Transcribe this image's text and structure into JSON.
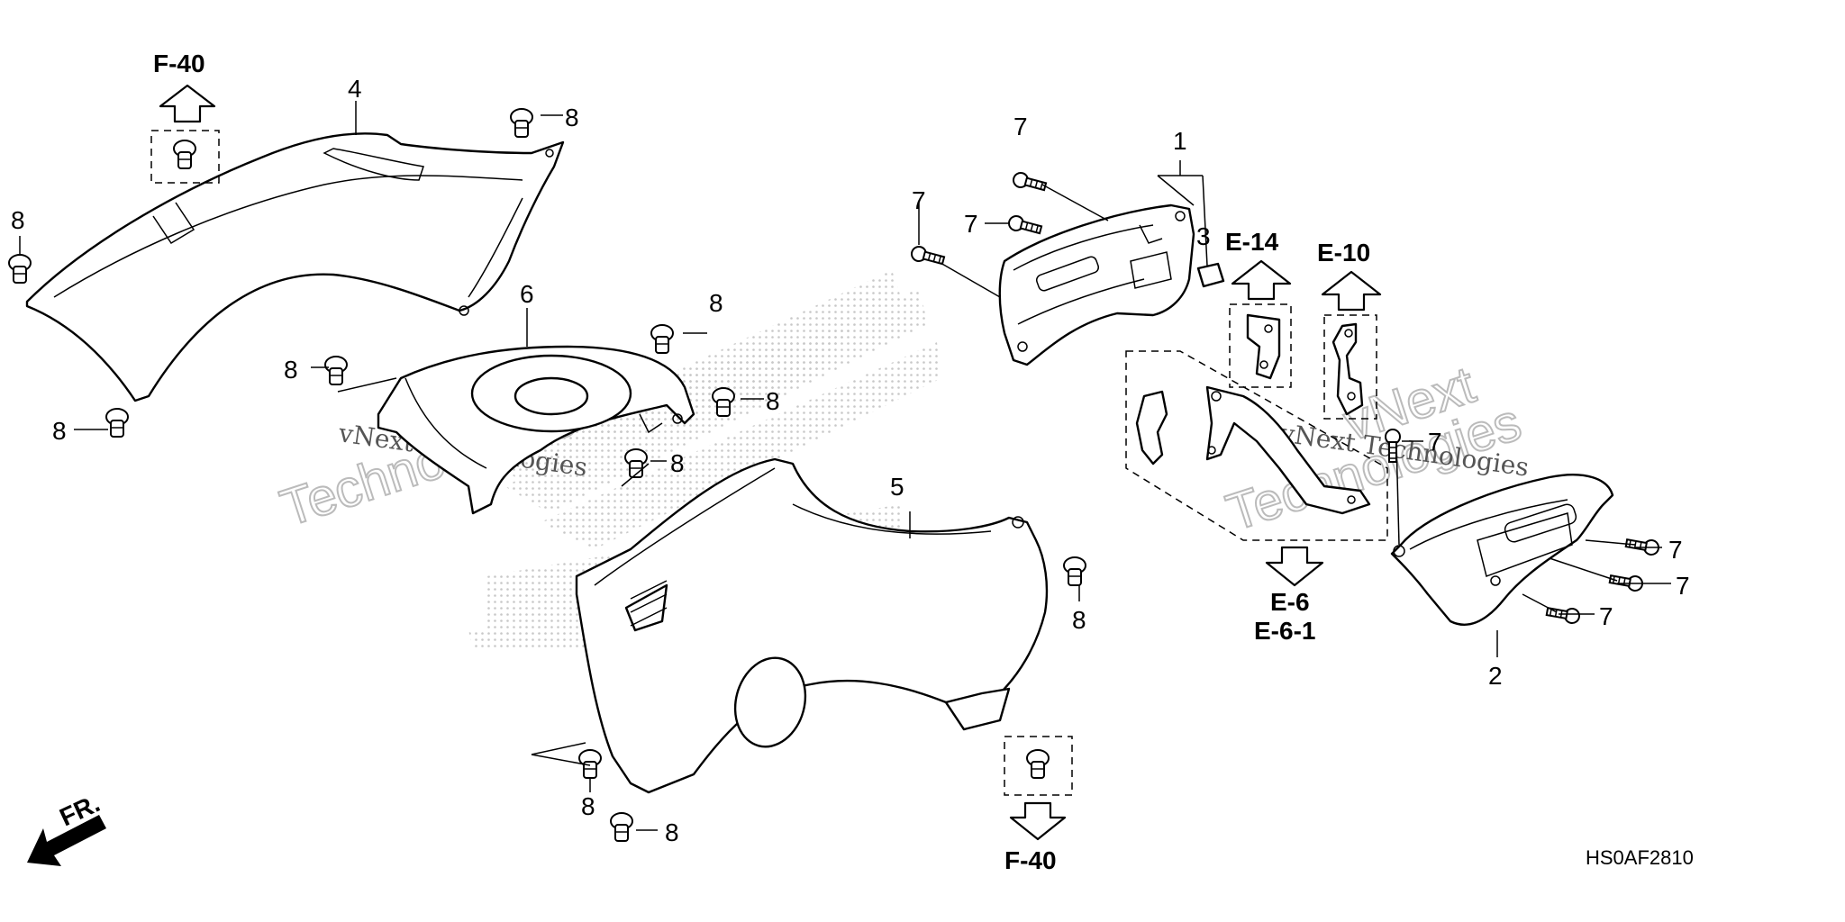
{
  "callouts": {
    "n1": "1",
    "n2": "2",
    "n3": "3",
    "n4": "4",
    "n5": "5",
    "n6": "6",
    "n7": "7",
    "n8": "8"
  },
  "refs": {
    "f40": "F-40",
    "e14": "E-14",
    "e10": "E-10",
    "e6": "E-6",
    "e61": "E-6-1"
  },
  "front_label": "FR.",
  "diagram_code": "HS0AF2810",
  "watermark": {
    "line1": "vNext",
    "line2": "Technologies",
    "small": "vNext Technologies"
  },
  "colors": {
    "ink": "#000000",
    "watermark": "#bbbbbb",
    "dots": "#c8c8c8"
  }
}
